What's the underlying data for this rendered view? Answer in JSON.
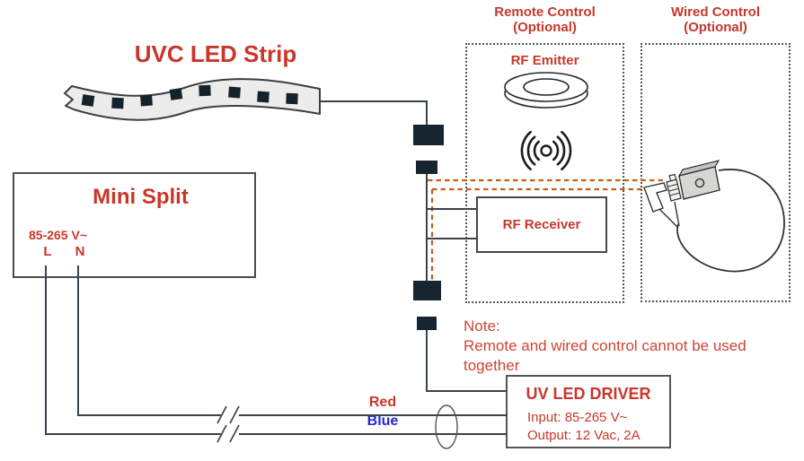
{
  "colors": {
    "label_red": "#c8372a",
    "label_blue": "#2128cc",
    "dashed_signal_orange": "#c2601c",
    "wire_dark": "#39434b",
    "connector_block": "#162530"
  },
  "strip": {
    "title": "UVC LED Strip"
  },
  "mini_split": {
    "title": "Mini Split",
    "voltage": "85-265 V~",
    "terminal_l": "L",
    "terminal_n": "N"
  },
  "remote_control": {
    "title_line1": "Remote Control",
    "title_line2": "(Optional)",
    "rf_emitter": "RF Emitter",
    "rf_receiver": "RF Receiver"
  },
  "wired_control": {
    "title_line1": "Wired Control",
    "title_line2": "(Optional)"
  },
  "note": {
    "line1": "Note:",
    "line2": "Remote and wired control cannot be used",
    "line3": "together"
  },
  "driver": {
    "title": "UV LED DRIVER",
    "input": "Input: 85-265 V~",
    "output": "Output: 12 Vac, 2A"
  },
  "wire_labels": {
    "red": "Red",
    "blue": "Blue"
  }
}
